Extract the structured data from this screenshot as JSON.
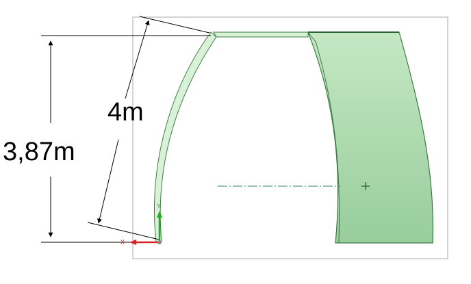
{
  "diagram": {
    "dimension_height_label": "3,87m",
    "dimension_arc_label": "4m",
    "axis_y_label": "Y",
    "axis_x_label": "X"
  },
  "colors": {
    "background": "#ffffff",
    "frame": "#aaaaaa",
    "dimension": "#000000",
    "panel_fill_top": "#bfe6c0",
    "panel_fill_bottom": "#9ed2a2",
    "panel_stroke": "#3f7a43",
    "beam_fill": "#d7f2d6",
    "beam_stroke": "#3f7a43",
    "centerline": "#2e8b57",
    "axis_y": "#22aa22",
    "axis_x": "#dd2222"
  }
}
